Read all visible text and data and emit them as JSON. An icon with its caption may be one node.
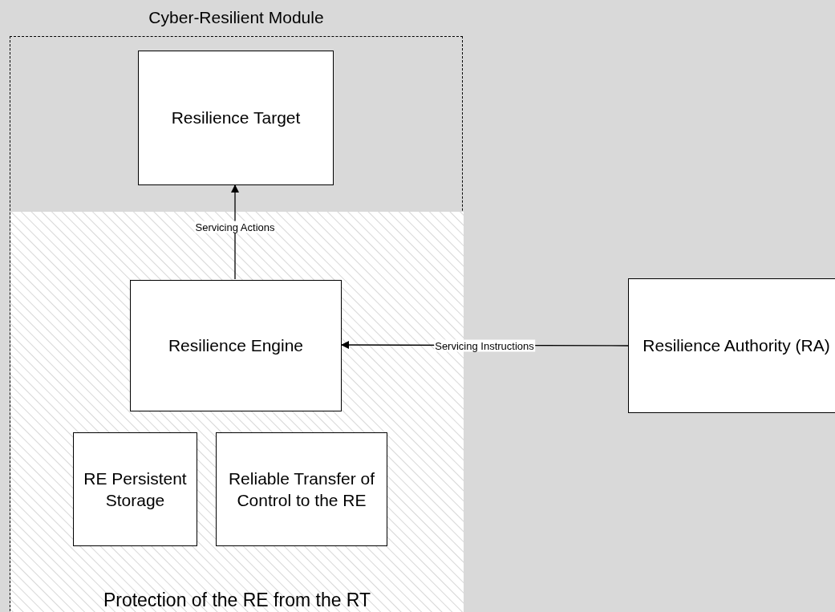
{
  "diagram": {
    "nodes": [
      {
        "text": [
          "Cyber-Resilient Module"
        ]
      },
      {
        "text": [
          "Protection of the RE from the RT"
        ],
        "in": 0
      },
      {
        "text": [
          "Resilience Target"
        ],
        "in": 0
      },
      {
        "text": [
          "Resilience Engine"
        ],
        "in": 1
      },
      {
        "text": [
          "RE Persistent Storage"
        ],
        "in": 1
      },
      {
        "text": [
          "Reliable Transfer of Control to the RE"
        ],
        "in": 1
      },
      {
        "text": [
          "Resilience Authority (RA)"
        ]
      }
    ],
    "edges": [
      {
        "from": 3,
        "to": 2,
        "arrow": "to",
        "label": "Servicing Actions"
      },
      {
        "from": 6,
        "to": 3,
        "arrow": "to",
        "label": "Servicing Instructions"
      }
    ]
  }
}
